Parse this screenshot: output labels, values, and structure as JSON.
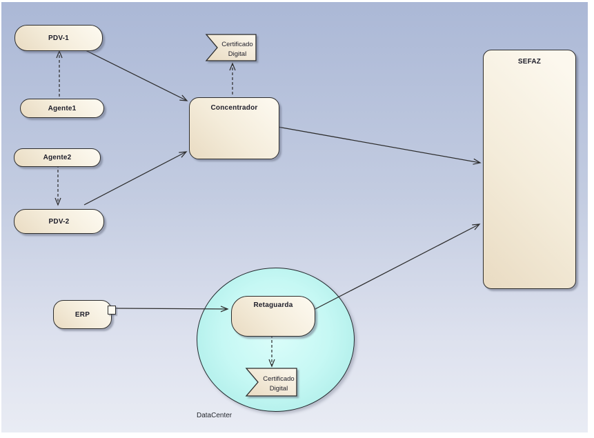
{
  "diagram": {
    "nodes": {
      "pdv1": {
        "label": "PDV-1"
      },
      "agente1": {
        "label": "Agente1"
      },
      "agente2": {
        "label": "Agente2"
      },
      "pdv2": {
        "label": "PDV-2"
      },
      "concentrador": {
        "label": "Concentrador"
      },
      "certificado_top": {
        "line1": "Certificado",
        "line2": "Digital"
      },
      "sefaz": {
        "label": "SEFAZ"
      },
      "erp": {
        "label": "ERP"
      },
      "retaguarda": {
        "label": "Retaguarda"
      },
      "certificado_bottom": {
        "line1": "Certificado",
        "line2": "Digital"
      },
      "datacenter": {
        "label": "DataCenter"
      }
    },
    "edges": [
      {
        "from": "Agente1",
        "to": "PDV-1",
        "style": "dashed",
        "arrowhead": "open"
      },
      {
        "from": "Agente2",
        "to": "PDV-2",
        "style": "dashed",
        "arrowhead": "open"
      },
      {
        "from": "PDV-1",
        "to": "Concentrador",
        "style": "solid",
        "arrowhead": "open"
      },
      {
        "from": "PDV-2",
        "to": "Concentrador",
        "style": "solid",
        "arrowhead": "open"
      },
      {
        "from": "Concentrador",
        "to": "Certificado Digital",
        "style": "dashed",
        "arrowhead": "open"
      },
      {
        "from": "Concentrador",
        "to": "SEFAZ",
        "style": "solid",
        "arrowhead": "open"
      },
      {
        "from": "ERP",
        "to": "Retaguarda",
        "style": "solid",
        "arrowhead": "open",
        "source_port": true
      },
      {
        "from": "Retaguarda",
        "to": "SEFAZ",
        "style": "solid",
        "arrowhead": "open"
      },
      {
        "from": "Retaguarda",
        "to": "Certificado Digital",
        "style": "dashed",
        "arrowhead": "open"
      }
    ],
    "colors": {
      "canvas_gradient_top": "#abb8d6",
      "canvas_gradient_bottom": "#e9ecf4",
      "node_fill_light": "#fcf8ee",
      "node_fill_dark": "#e9dbc2",
      "node_border": "#2b2b2b",
      "label_text": "#1c1c28",
      "connector": "#2d2d2d",
      "datacenter_fill_center": "#dbfdfa",
      "datacenter_fill_edge": "#a3e9e4",
      "page_margin": "#ffffff"
    }
  }
}
